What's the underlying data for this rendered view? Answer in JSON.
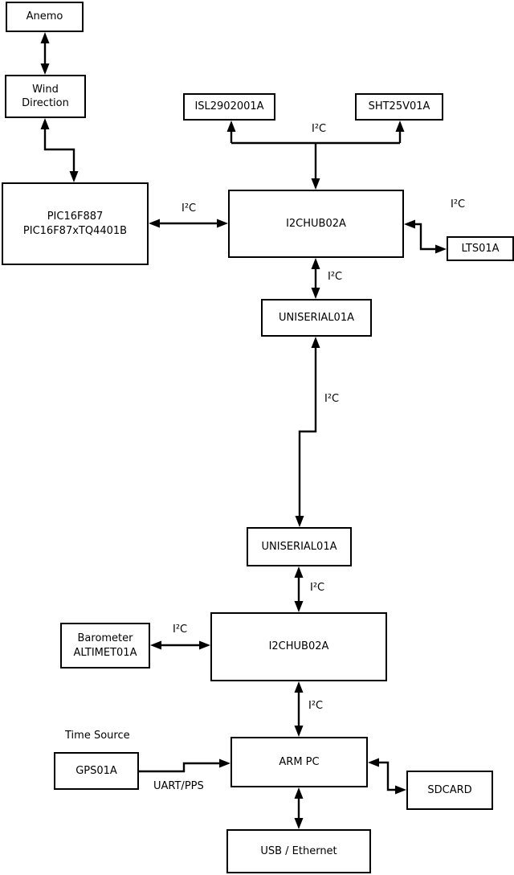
{
  "nodes": {
    "anemo": {
      "label": "Anemo"
    },
    "wind": {
      "label": "Wind\nDirection"
    },
    "pic": {
      "label": "PIC16F887\nPIC16F87xTQ4401B"
    },
    "isl": {
      "label": "ISL2902001A"
    },
    "sht": {
      "label": "SHT25V01A"
    },
    "hub1": {
      "label": "I2CHUB02A"
    },
    "lts": {
      "label": "LTS01A"
    },
    "uniserial1": {
      "label": "UNISERIAL01A"
    },
    "uniserial2": {
      "label": "UNISERIAL01A"
    },
    "barometer": {
      "label": "Barometer\nALTIMET01A"
    },
    "hub2": {
      "label": "I2CHUB02A"
    },
    "gps": {
      "label": "GPS01A"
    },
    "armpc": {
      "label": "ARM PC"
    },
    "sdcard": {
      "label": "SDCARD"
    },
    "usb_ethernet": {
      "label": "USB / Ethernet"
    }
  },
  "edge_labels": {
    "pic_hub1": "I²C",
    "sensors_branch": "I²C",
    "hub1_lts": "I²C",
    "hub1_uniserial1": "I²C",
    "uniserial_link": "I²C",
    "uniserial2_hub2": "I²C",
    "barometer_hub2": "I²C",
    "hub2_armpc": "I²C"
  },
  "annotations": {
    "time_source": "Time Source",
    "uart_pps": "UART/PPS"
  },
  "colors": {
    "background": "#ffffff",
    "line": "#000000",
    "text": "#000000"
  }
}
